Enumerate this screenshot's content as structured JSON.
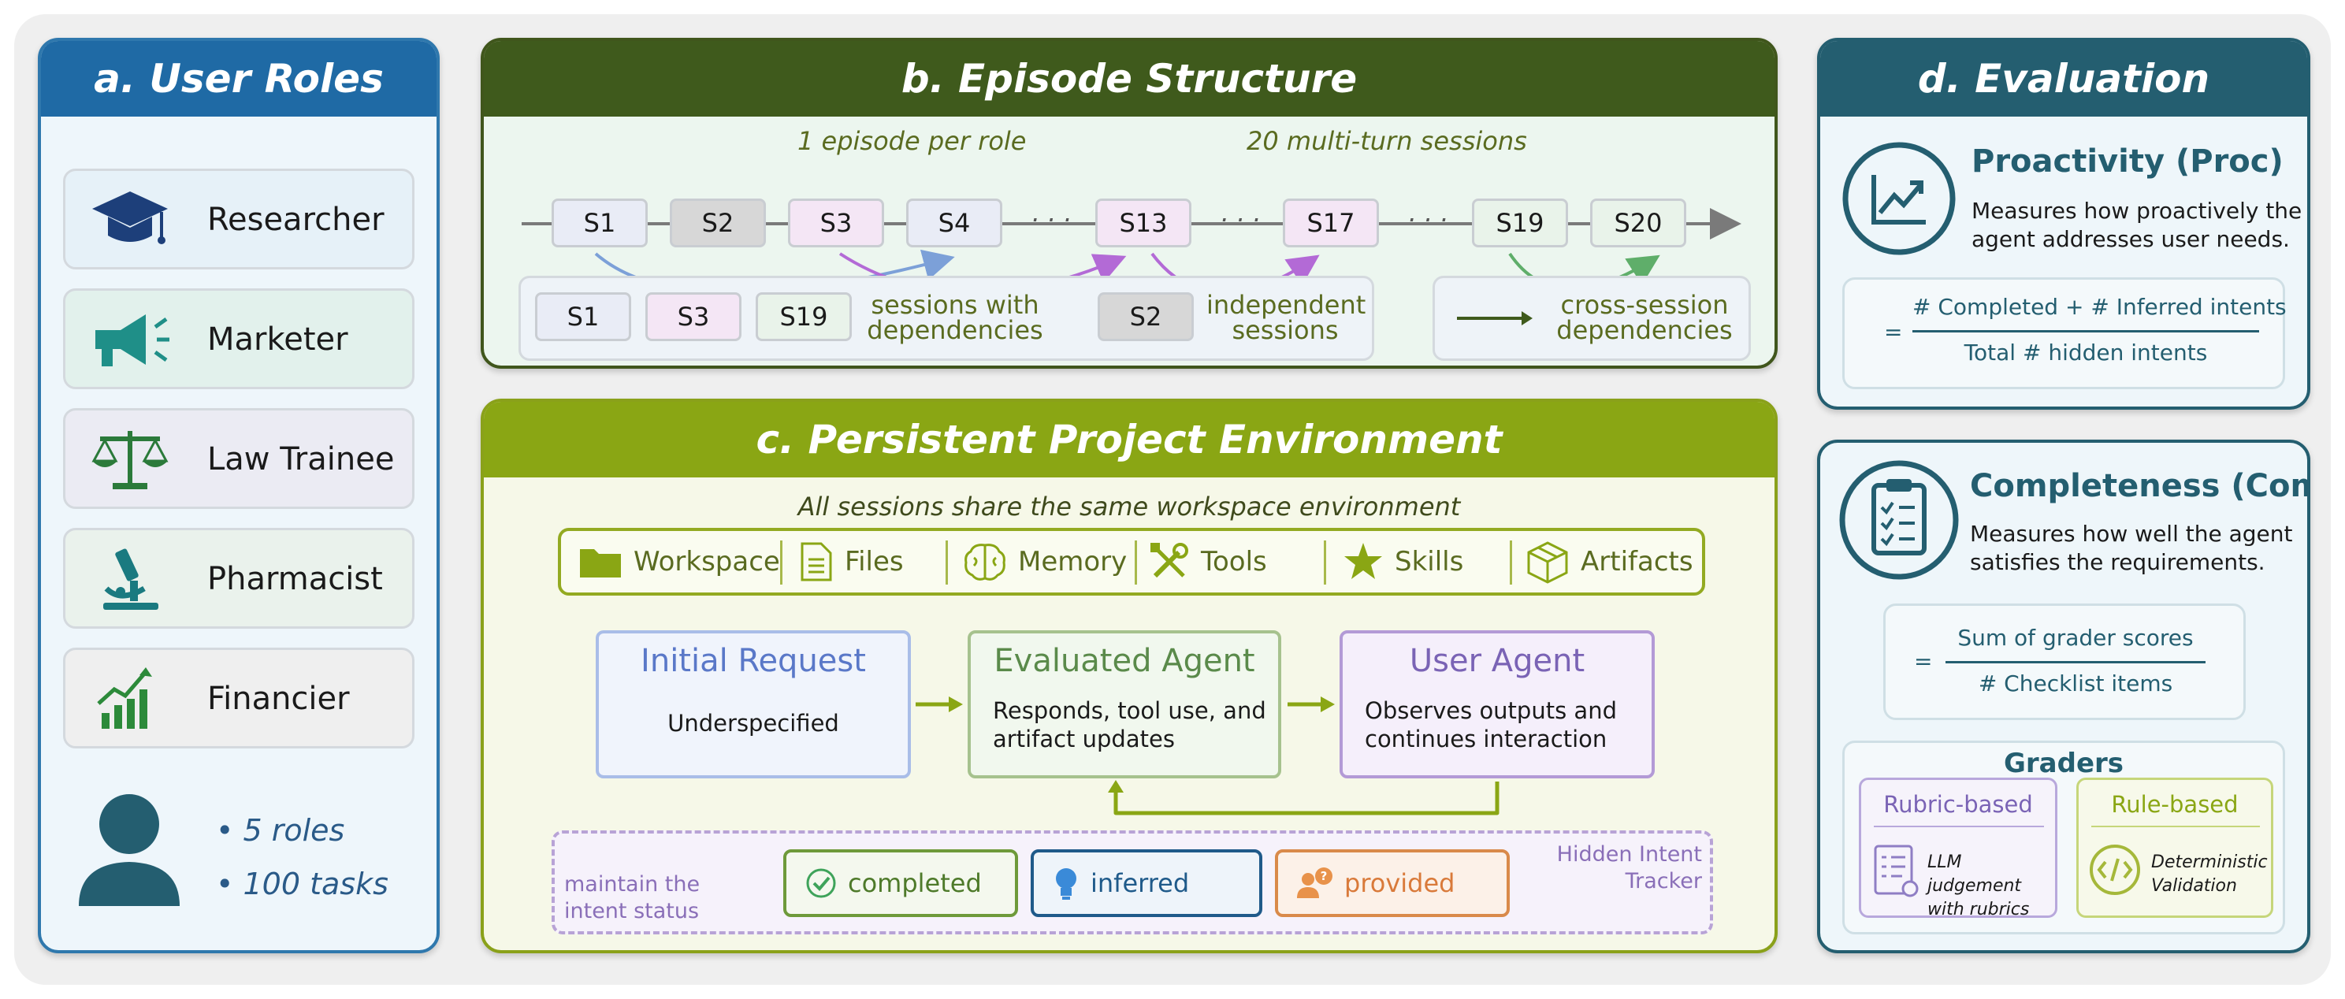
{
  "panel_a": {
    "title": "a. User Roles",
    "roles": [
      {
        "label": "Researcher",
        "icon": "graduation-cap-icon",
        "bg": "#e6f1f8"
      },
      {
        "label": "Marketer",
        "icon": "megaphone-icon",
        "bg": "#e2f1ec"
      },
      {
        "label": "Law Trainee",
        "icon": "scales-icon",
        "bg": "#ebebf3"
      },
      {
        "label": "Pharmacist",
        "icon": "microscope-icon",
        "bg": "#eaf2ec"
      },
      {
        "label": "Financier",
        "icon": "growth-chart-icon",
        "bg": "#efefef"
      }
    ],
    "bullets": [
      "• 5 roles",
      "• 100 tasks"
    ]
  },
  "panel_b": {
    "title": "b. Episode Structure",
    "annot_episode": "1 episode per role",
    "annot_sessions": "20 multi-turn sessions",
    "sessions": [
      {
        "label": "S1",
        "color": "#e9ecf6"
      },
      {
        "label": "S2",
        "color": "#d7d7d7"
      },
      {
        "label": "S3",
        "color": "#f4e6f5"
      },
      {
        "label": "S4",
        "color": "#e9ecf6"
      },
      {
        "label": "S13",
        "color": "#f4e6f5"
      },
      {
        "label": "S17",
        "color": "#f4e6f5"
      },
      {
        "label": "S19",
        "color": "#e9f3ea"
      },
      {
        "label": "S20",
        "color": "#e9f3ea"
      }
    ],
    "ellipsis": "· · ·",
    "legend": {
      "dep_sessions": [
        "S1",
        "S3",
        "S19"
      ],
      "dep_text_1": "sessions with",
      "dep_text_2": "dependencies",
      "indep_session": "S2",
      "indep_text_1": "independent",
      "indep_text_2": "sessions",
      "cross_text_1": "cross-session",
      "cross_text_2": "dependencies"
    }
  },
  "panel_c": {
    "title": "c. Persistent Project Environment",
    "subtitle": "All sessions share the same workspace environment",
    "workspace_items": [
      {
        "label": "Workspace",
        "icon": "folder-icon"
      },
      {
        "label": "Files",
        "icon": "file-icon"
      },
      {
        "label": "Memory",
        "icon": "brain-icon"
      },
      {
        "label": "Tools",
        "icon": "tools-icon"
      },
      {
        "label": "Skills",
        "icon": "star-icon"
      },
      {
        "label": "Artifacts",
        "icon": "package-icon"
      }
    ],
    "flow": {
      "initial_title": "Initial Request",
      "initial_desc": "Underspecified",
      "evaluated_title": "Evaluated Agent",
      "evaluated_desc_1": "Responds, tool use, and",
      "evaluated_desc_2": "artifact updates",
      "user_title": "User Agent",
      "user_desc_1": "Observes outputs and",
      "user_desc_2": "continues interaction"
    },
    "tracker": {
      "left_1": "maintain the",
      "left_2": "intent status",
      "completed": "completed",
      "inferred": "inferred",
      "provided": "provided",
      "title_1": "Hidden Intent",
      "title_2": "Tracker"
    }
  },
  "panel_d": {
    "title": "d. Evaluation",
    "proc": {
      "title": "Proactivity (Proc)",
      "desc_1": "Measures how proactively the",
      "desc_2": "agent addresses user needs.",
      "eq": "=",
      "numerator": "# Completed + # Inferred intents",
      "denominator": "Total # hidden intents"
    },
    "comp": {
      "title": "Completeness (Comp)",
      "desc_1": "Measures how well the agent",
      "desc_2": "satisfies the requirements.",
      "eq": "=",
      "numerator": "Sum of grader scores",
      "denominator": "# Checklist items"
    },
    "graders": {
      "title": "Graders",
      "rubric_title": "Rubric-based",
      "rubric_desc_1": "LLM judgement",
      "rubric_desc_2": "with rubrics",
      "rule_title": "Rule-based",
      "rule_desc_1": "Deterministic",
      "rule_desc_2": "Validation"
    }
  },
  "colors": {
    "blue_dark": "#1f6aa5",
    "green_dark": "#3f5a1c",
    "olive": "#8aa614",
    "teal": "#245e70",
    "purple": "#7a63b5",
    "orange": "#d98a4a"
  }
}
